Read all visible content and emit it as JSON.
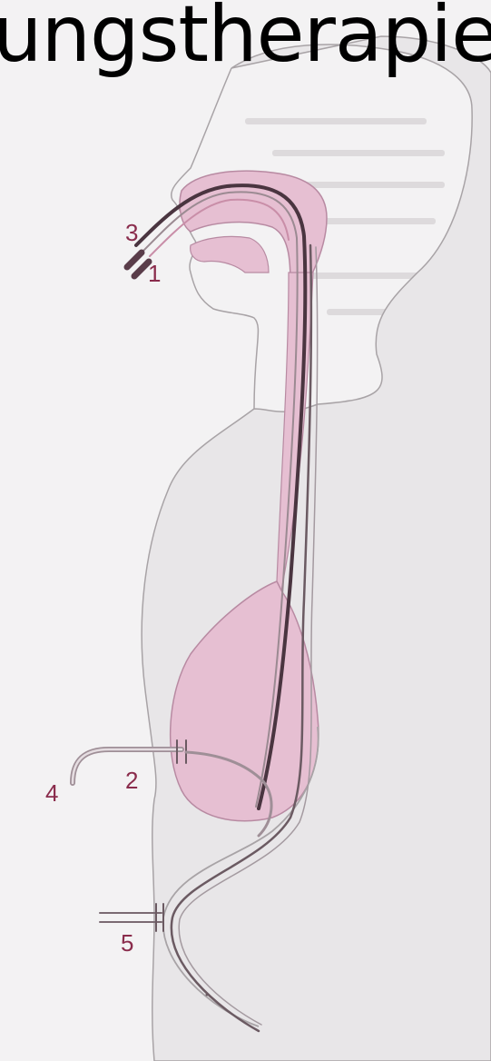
{
  "title": "ungstherapie",
  "labels": {
    "l1": "1",
    "l2": "2",
    "l3": "3",
    "l4": "4",
    "l5": "5"
  },
  "colors": {
    "body": "#e8e6e8",
    "organ": "#e6bfd2",
    "tube": "#5a3d4a",
    "label": "#8a2c4c"
  }
}
